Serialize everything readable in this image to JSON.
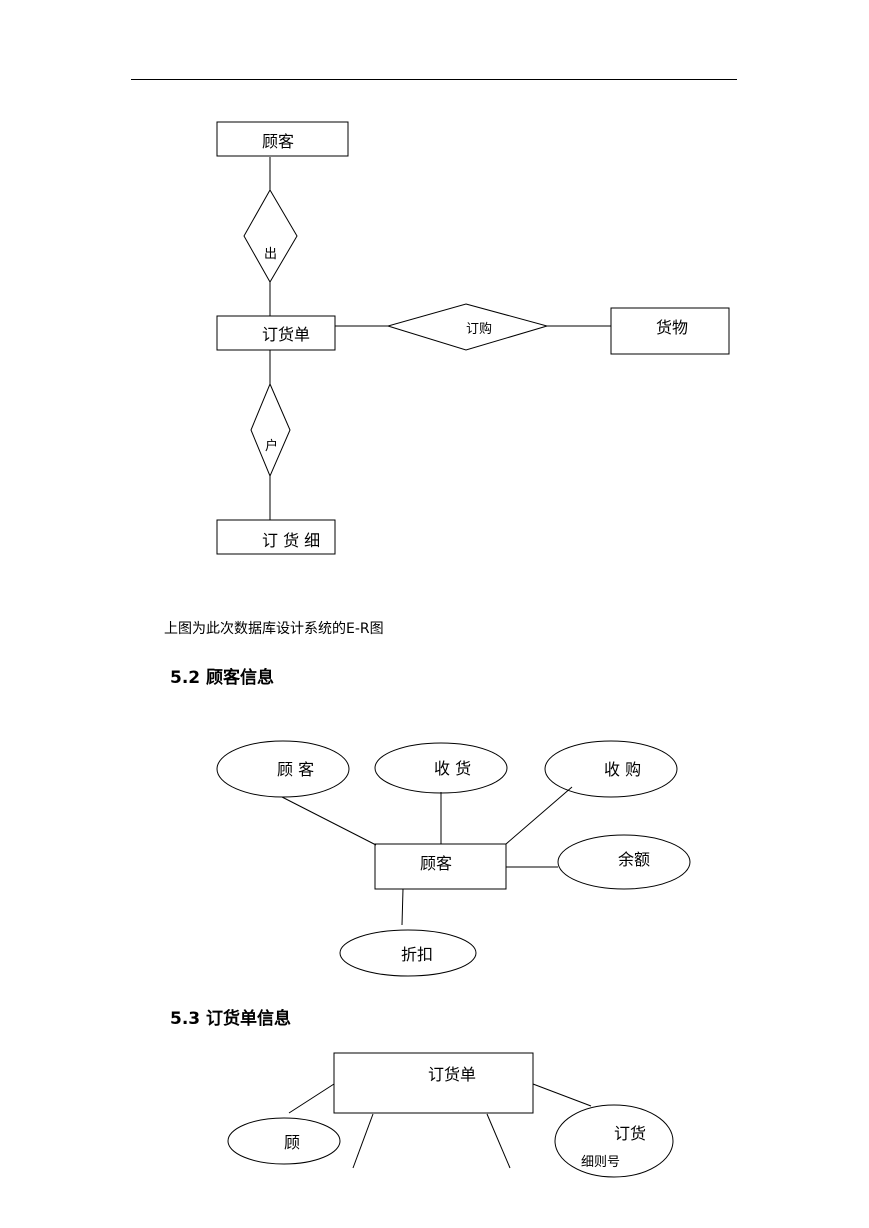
{
  "er_diagram": {
    "entities": {
      "customer": "顾客",
      "order": "订货单",
      "goods": "货物",
      "order_detail": "订 货 细"
    },
    "relationships": {
      "customer_order": "出",
      "order_goods": "订购",
      "order_detail": "户"
    }
  },
  "caption": "上图为此次数据库设计系统的E-R图",
  "section_5_2": {
    "heading": "5.2 顾客信息",
    "entity": "顾客",
    "attributes": [
      "顾 客",
      "收 货",
      "收 购",
      "余额",
      "折扣"
    ]
  },
  "section_5_3": {
    "heading": "5.3 订货单信息",
    "entity": "订货单",
    "attributes": [
      "顾",
      "订货",
      "细则号"
    ]
  }
}
